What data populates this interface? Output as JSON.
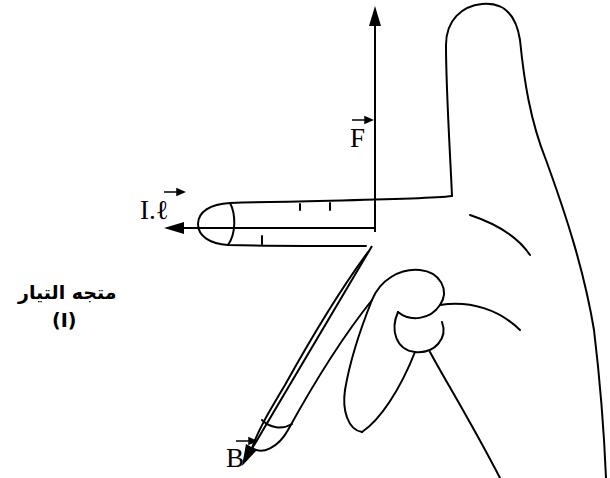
{
  "diagram": {
    "labels": [
      "F",
      "I.ℓ",
      "متجه التيار",
      "(I)",
      "B"
    ]
  }
}
